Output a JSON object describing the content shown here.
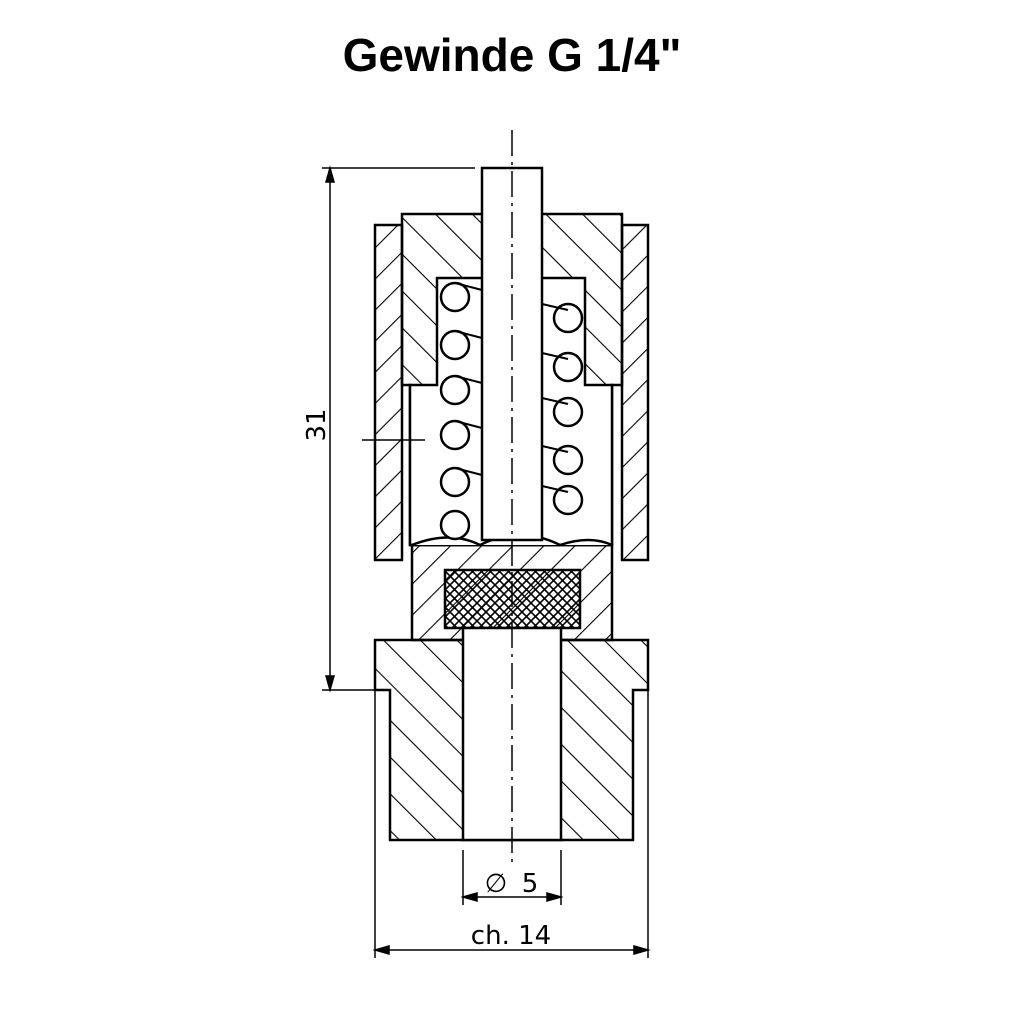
{
  "title": "Gewinde G 1/4\"",
  "dimensions": {
    "height": "31",
    "bore": "5",
    "bore_symbol": "∅",
    "width": "ch. 14"
  }
}
